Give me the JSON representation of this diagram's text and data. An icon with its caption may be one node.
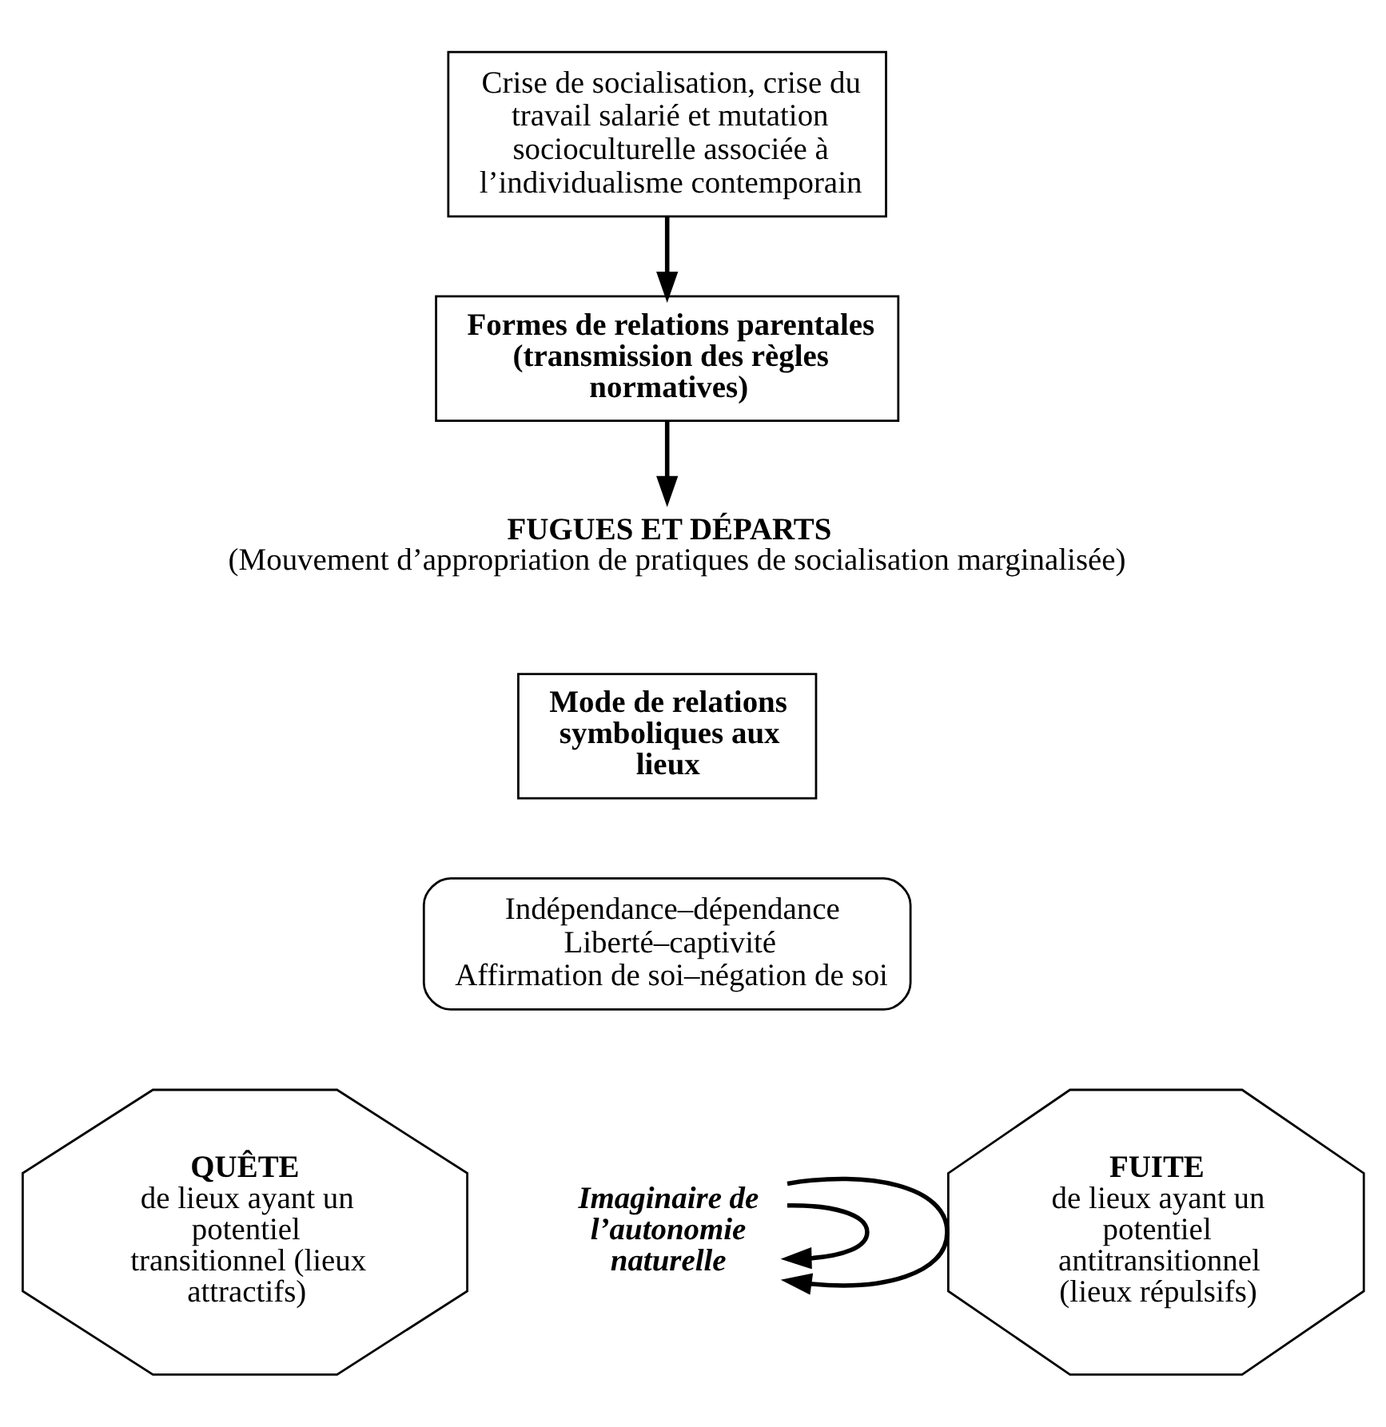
{
  "diagram": {
    "nodes": [
      {
        "text": [
          "Crise de socialisation, crise du travail salarié et mutation socioculturelle associée à l’individualisme contemporain"
        ]
      },
      {
        "text": [
          "Formes de relations parentales (transmission des règles normatives)"
        ]
      },
      {
        "text": [
          "FUGUES ET DÉPARTS",
          "(Mouvement d’appropriation de pratiques de socialisation marginalisée)"
        ]
      },
      {
        "text": [
          "Mode de relations symboliques aux lieux"
        ]
      },
      {
        "text": [
          "Indépendance–dépendance",
          "Liberté–captivité",
          "Affirmation de soi–négation de soi"
        ]
      },
      {
        "text": [
          "QUÊTE",
          "de lieux ayant un potentiel transitionnel (lieux attractifs)"
        ]
      },
      {
        "text": [
          "Imaginaire de l’autonomie naturelle"
        ]
      },
      {
        "text": [
          "FUITE",
          "de lieux ayant un potentiel antitransitionnel (lieux répulsifs)"
        ]
      }
    ],
    "edges": [
      {
        "from": 0,
        "to": 1,
        "arrow": "to"
      },
      {
        "from": 1,
        "to": 2,
        "arrow": "to"
      },
      {
        "from": 6,
        "to": 6,
        "arrow": "to"
      },
      {
        "from": 6,
        "to": 6,
        "arrow": "to"
      }
    ]
  }
}
